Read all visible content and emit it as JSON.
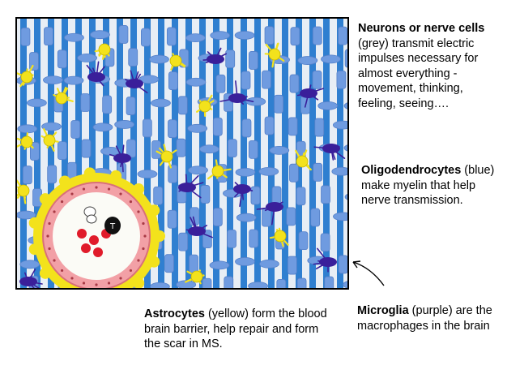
{
  "captions": {
    "neurons": {
      "bold": "Neurons or nerve cells",
      "rest": " (grey) transmit electric impulses necessary for almost everything - movement, thinking, feeling, seeing…."
    },
    "oligodendrocytes": {
      "bold": "Oligodendrocytes",
      "rest": " (blue)  make myelin that help nerve transmission."
    },
    "astrocytes": {
      "bold": "Astrocytes",
      "rest": " (yellow) form the blood brain barrier, help repair and form the scar in MS."
    },
    "microglia": {
      "bold": "Microglia",
      "rest": " (purple) are the macrophages in the brain"
    }
  },
  "colors": {
    "stripe_blue": "#2f7fd0",
    "yarn_blue": "#6f9be0",
    "astrocyte_yellow": "#f3e21c",
    "microglia_purple": "#3a1f9a",
    "vessel_pink": "#f2a0a6",
    "red_cell": "#e01b2a"
  }
}
